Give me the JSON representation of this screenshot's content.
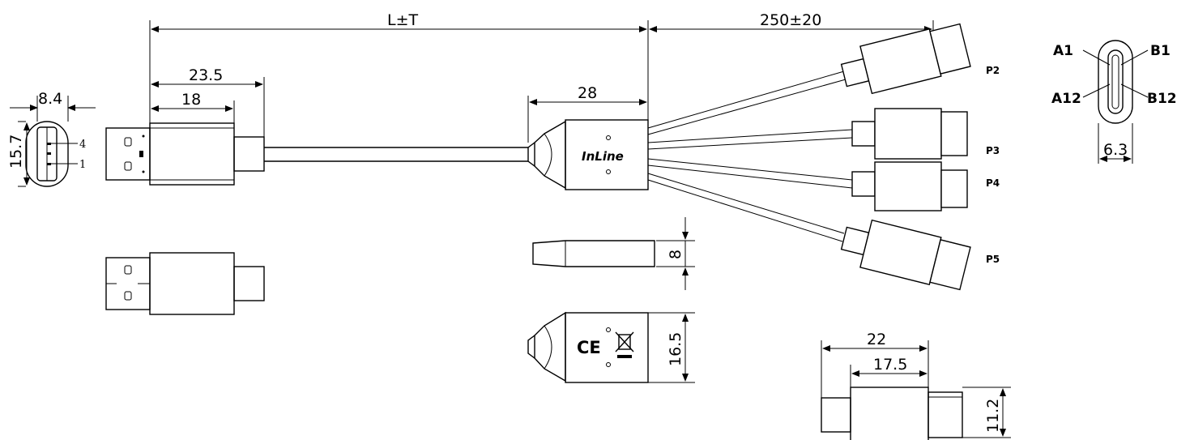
{
  "dimensions": {
    "total_length": "L±T",
    "split_length": "250±20",
    "usb_a_depth": "23.5",
    "usb_a_plug": "18",
    "usb_a_front_width": "8.4",
    "usb_a_front_height": "15.7",
    "hub_length": "28",
    "hub_thickness": "8",
    "hub_width": "16.5",
    "typec_body_length": "22",
    "typec_shell_length": "17.5",
    "typec_height": "11.2",
    "typec_port_width": "6.3"
  },
  "pins": {
    "usb_a_pin_top": "4",
    "usb_a_pin_bottom": "1",
    "typec_a1": "A1",
    "typec_b1": "B1",
    "typec_a12": "A12",
    "typec_b12": "B12"
  },
  "ports": [
    "P2",
    "P3",
    "P4",
    "P5"
  ],
  "hub_logo": "InLine",
  "hub_marks": "CE"
}
